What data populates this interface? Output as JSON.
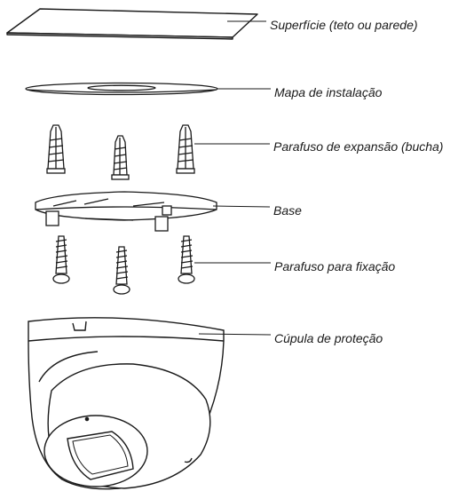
{
  "diagram": {
    "labels": [
      "Superfície (teto ou parede)",
      "Mapa de instalação",
      "Parafuso de expansão (bucha)",
      "Base",
      "Parafuso para fixação",
      "Cúpula de proteção"
    ],
    "colors": {
      "stroke": "#1a1a1a",
      "fill": "#ffffff",
      "shade": "#dcdcdc"
    },
    "icons": [
      "mounting-surface",
      "installation-map",
      "wall-anchor",
      "mounting-base",
      "fixing-screw",
      "dome-camera"
    ]
  }
}
